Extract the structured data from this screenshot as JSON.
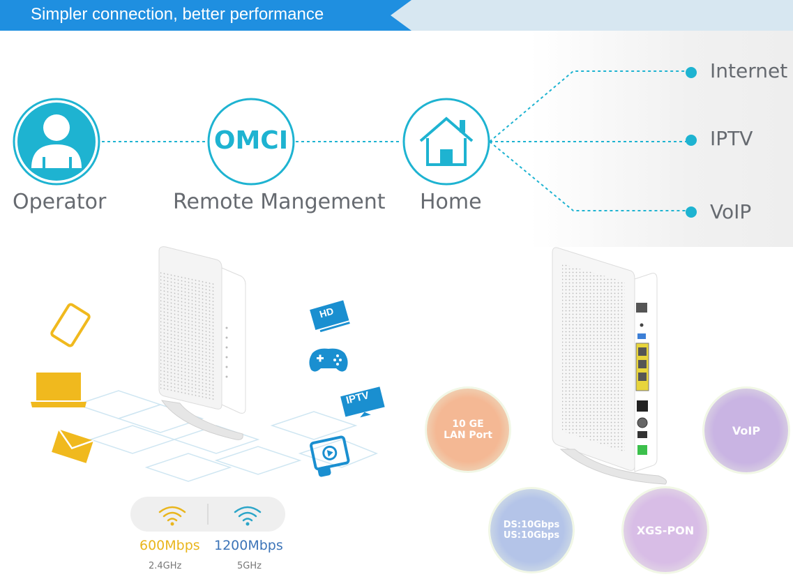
{
  "banner": {
    "title": "Simpler connection, better performance"
  },
  "topology": {
    "nodes": [
      {
        "label": "Operator",
        "icon": "operator-icon"
      },
      {
        "label": "Remote Mangement",
        "icon": "omci-icon",
        "badge": "OMCI"
      },
      {
        "label": "Home",
        "icon": "home-icon"
      }
    ],
    "services": [
      "Internet",
      "IPTV",
      "VoIP"
    ],
    "accent_color": "#1eb3d1"
  },
  "wifi": {
    "bands": [
      {
        "speed": "600Mbps",
        "frequency": "2.4GHz",
        "color": "#e9b51c"
      },
      {
        "speed": "1200Mbps",
        "frequency": "5GHz",
        "color": "#3c74b8"
      }
    ]
  },
  "device_icons": {
    "left": [
      "tablet-icon",
      "laptop-icon",
      "mail-icon"
    ],
    "right": [
      "hd-tv-icon",
      "gamepad-icon",
      "iptv-icon",
      "touch-tablet-icon"
    ],
    "iptv_label": "IPTV",
    "hd_label": "HD"
  },
  "features": [
    {
      "lines": [
        "10 GE",
        "LAN Port"
      ],
      "color": "#f4b894"
    },
    {
      "lines": [
        "VoIP"
      ],
      "color": "#c9b4e3"
    },
    {
      "lines": [
        "DS:10Gbps",
        "US:10Gbps"
      ],
      "color": "#b4c4e8"
    },
    {
      "lines": [
        "XGS-PON"
      ],
      "color": "#d8bde6"
    }
  ]
}
